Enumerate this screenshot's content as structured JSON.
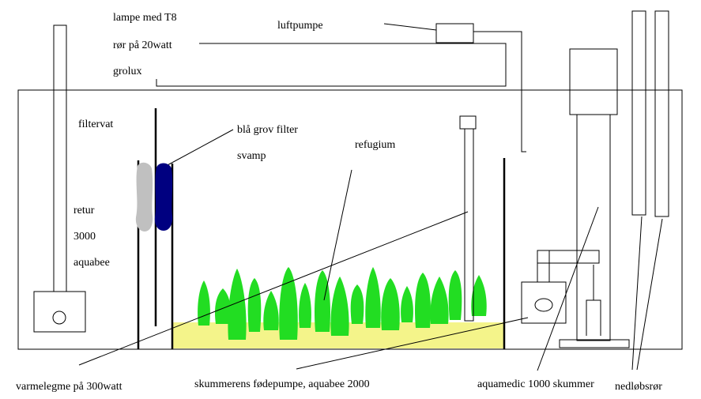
{
  "labels": {
    "lamp_line1": "lampe med T8",
    "lamp_line2": "rør på 20watt",
    "lamp_line3": "grolux",
    "air_pump": "luftpumpe",
    "filter_pad": "filtervat",
    "coarse_filter_line1": "blå grov filter",
    "coarse_filter_line2": "svamp",
    "refugium": "refugium",
    "return_line1": "retur",
    "return_line2": "3000",
    "return_line3": "aquabee",
    "heater": "varmelegme på 300watt",
    "feed_pump": "skummerens fødepumpe, aquabee 2000",
    "skimmer": "aquamedic 1000 skummer",
    "overflow_pipes": "nedløbsrør"
  },
  "colors": {
    "line": "#000000",
    "gray_sponge": "#c0c0c0",
    "blue_sponge": "#000080",
    "plants": "#22dd22",
    "sand": "#f4f48a"
  }
}
